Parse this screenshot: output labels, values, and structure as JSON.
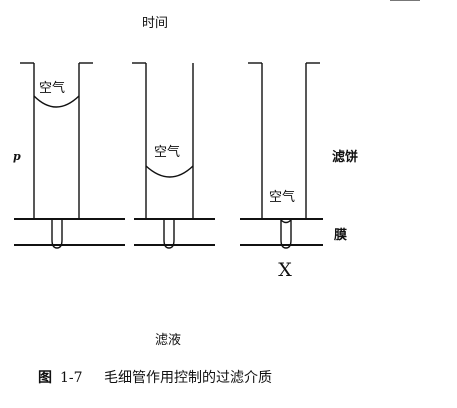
{
  "labels": {
    "top": "时间",
    "bottom": "滤液",
    "pressure": "p",
    "air_1": "空气",
    "air_2": "空气",
    "air_3": "空气",
    "cake": "滤饼",
    "membrane": "膜",
    "x_mark": "X"
  },
  "caption": {
    "prefix": "图",
    "number": "1-7",
    "text": "毛细管作用控制的过滤介质"
  }
}
